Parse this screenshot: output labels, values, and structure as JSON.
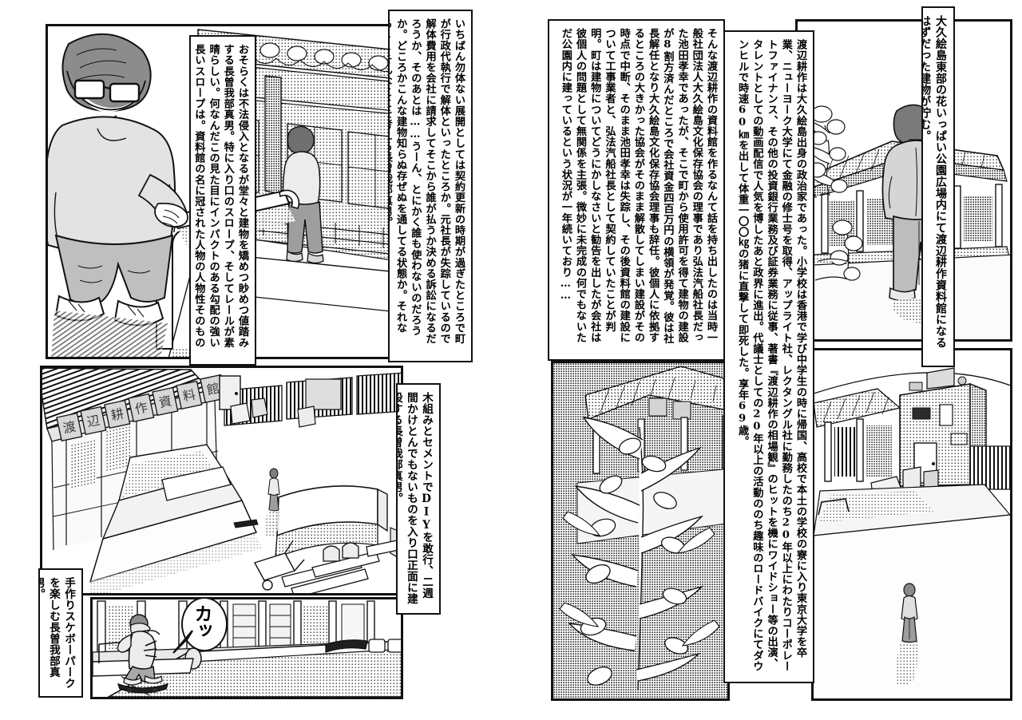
{
  "document": {
    "type": "manga-page-spread",
    "reading_order": "right-to-left",
    "page_background": "#ffffff",
    "ink_color": "#111111"
  },
  "right_page": {
    "panels": [
      {
        "name": "panel-man-before-building",
        "caption": "man in light shirt standing with back to viewer, facing an old wooden building beyond flowering plants"
      },
      {
        "name": "panel-flower-foliage",
        "caption": "dense flowering plants in front of the wooden building façade"
      },
      {
        "name": "panel-plaza-with-figure",
        "caption": "open plaza with a small lone figure casting a long shadow, concrete outbuilding and wooden structure behind"
      }
    ],
    "captions": {
      "top_right": "大久絵島東部の花いっぱい公園広場内にて渡辺耕作資料館になるはずだった建物が佇む。",
      "biography": "渡辺耕作は大久絵島出身の政治家であった。小学校は香港で学び中学生の時に帰国、高校で本土の学校の寮に入り東京大学を卒業、ニューヨーク大学にて金融の修士号を取得、アップライト社、レクタングル社に勤務したのち20年以上にわたりコーポレートファイナンス、その他の投資銀行業務及び証券業務に従事、著書『渡辺耕作の相場観』のヒットを機にワイドショー等の出演、タレントとしての動画配信で人気を博したあと政界に進出。代議士としての20年以上の活動ののち趣味のロードバイクにてダウンヒルで時速60㎞を出して体重一〇〇㎏の猪に直撃して即死した。享年69歳。",
      "museum_story": "そんな渡辺耕作の資料館を作るなんて話を持ち出したのは当時一般社団法人大久絵島文化保存協会の理事であり弘法汽船社長だった池田孝幸であったが、そこで町から使用許可を得て建物の建設が8割方済んだところで会社資金四百万円の横領が発覚。彼は社長解任となり大久絵島文化保存協会理事も辞任。彼個人に依拠するところの大きかった協会がそのまま解散してしまい建設がその時点で中断、そのまま池田孝幸は失踪し、その後資料館の建設について工事業者と、弘法汽船社長として契約していたことが判明。町は建物についてどうにかしなさいと勧告を出したが会社は彼個人の問題として無関係を主張。微妙に未完成の何でもないただ公園内に建っているという状況が一年続いており……"
    }
  },
  "left_page": {
    "panels": [
      {
        "name": "panel-boy-on-rail",
        "caption": "boy with glasses leaning on a white handrail at the top of a long slope; another figure stands on the building veranda behind"
      },
      {
        "name": "panel-skatepark-aerial",
        "caption": "aerial view of a homemade skate park built in the plaza in front of the 渡辺耕作資料館 signboard, with ramps, a quarter pipe, lumber and a wheelbarrow"
      },
      {
        "name": "panel-skateboarder",
        "caption": "boy riding a skateboard along a ledge in front of the building, grinding"
      }
    ],
    "captions": {
      "top_right": "いちばん勿体ない展開としては契約更新の時期が過ぎたところで町が行政代執行で解体といったところか。元社長が失踪しているので解体費用を会社に請求してそこから誰が払うか決める訴訟になるだろうか、そのあとは……うーん、とにかく誰も使わないのだろうか。どころかこんな建物知らぬ存ぜぬを通してる状態か。それなら……そんなことを考える長曽我部真男。",
      "slope_praise": "おそらくは不法侵入となるが堂々と建物を矯めつ眇めつ値踏みする長曽我部真男。特に入り口のスロープ、そしてレールが素晴らしい。何なんだこの見た目にインパクトのある勾配の強い長いスロープは。資料館の名に冠された人物の人物性そのもののようだ。",
      "diy_build": "木組みとセメントでDIYを敢行、二週間かけとんでもないものを入り口正面に建設する長曽我部真男。",
      "skatepark_enjoy": "手作りスケボーパークを楽しむ長曽我部真男。"
    },
    "sound_effects": {
      "grind": "カッ"
    },
    "signboard": {
      "name": "museum-signboard",
      "characters": [
        "渡",
        "辺",
        "耕",
        "作",
        "資",
        "料",
        "館"
      ]
    }
  },
  "characters": {
    "nagasogabe": "長曽我部真男",
    "watanabe": "渡辺耕作",
    "ikeda": "池田孝幸"
  }
}
